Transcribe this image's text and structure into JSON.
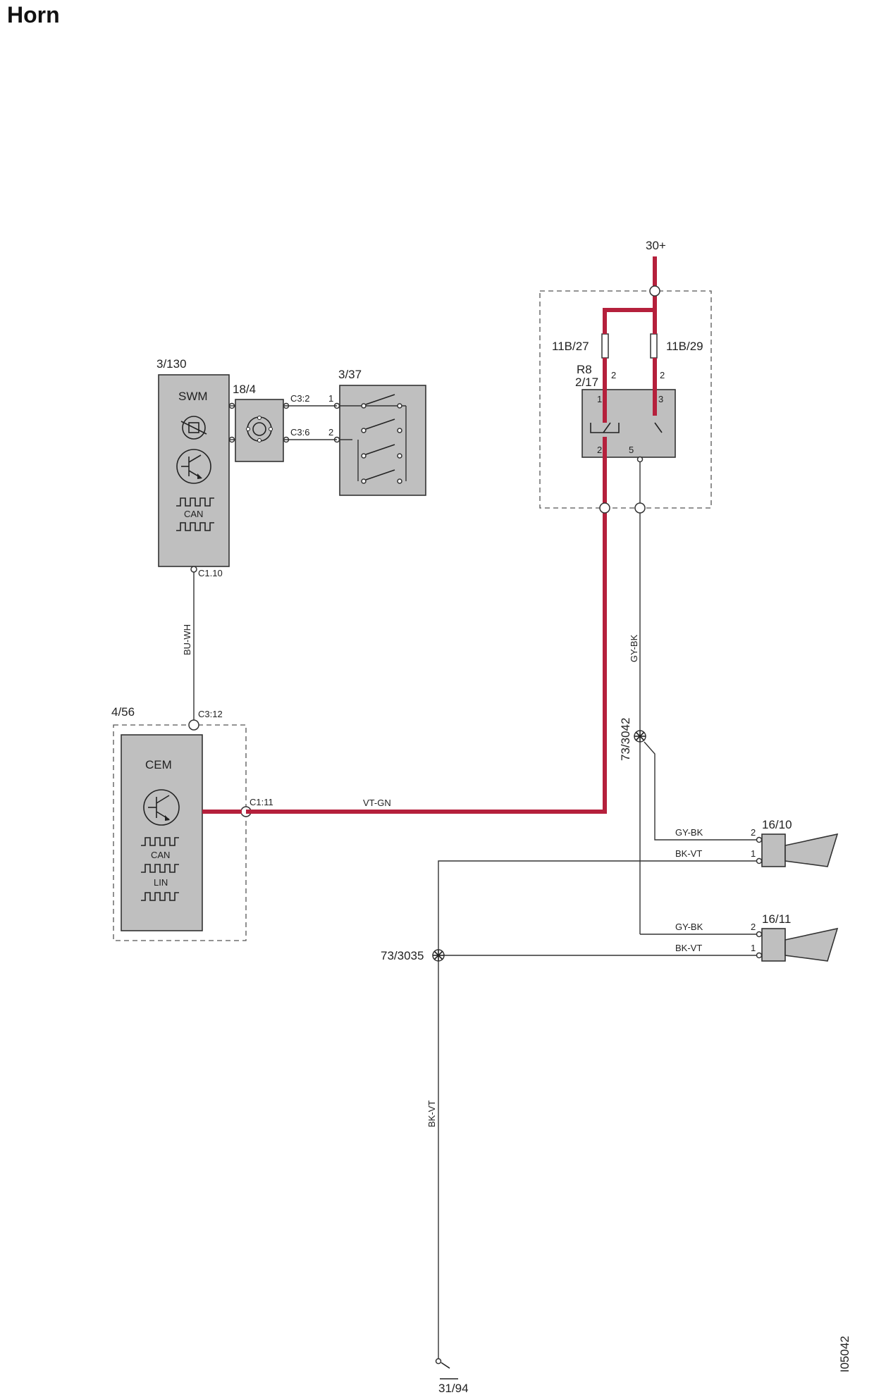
{
  "title": "Horn",
  "figure_id": "I05042",
  "supply": "30+",
  "ground": "31/94",
  "components": {
    "swm": {
      "ref": "3/130",
      "name": "SWM",
      "can": "CAN",
      "pin": "C1.10"
    },
    "clock_spring": {
      "ref": "18/4",
      "pin_a": "C3:2",
      "pin_b": "C3:6"
    },
    "horn_switch": {
      "ref": "3/37",
      "pin_1": "1",
      "pin_2": "2"
    },
    "cem": {
      "ref": "4/56",
      "name": "CEM",
      "can": "CAN",
      "lin": "LIN",
      "pin_top": "C3:12",
      "pin_out": "C1:11"
    },
    "fuse_a": {
      "ref": "11B/27"
    },
    "fuse_b": {
      "ref": "11B/29"
    },
    "relay": {
      "ref": "R8",
      "ref2": "2/17",
      "pin_1": "1",
      "pin_2": "2",
      "pin_3": "3",
      "pin_5": "5",
      "pin_top_a": "2",
      "pin_top_b": "2"
    },
    "horn_1": {
      "ref": "16/10",
      "pin_2": "2",
      "pin_1": "1"
    },
    "horn_2": {
      "ref": "16/11",
      "pin_2": "2",
      "pin_1": "1"
    },
    "splice_1": {
      "ref": "73/3042"
    },
    "splice_2": {
      "ref": "73/3035"
    }
  },
  "wires": {
    "swm_cem": "BU-WH",
    "cem_relay": "VT-GN",
    "relay_out": "GY-BK",
    "horn1_pos": "GY-BK",
    "horn1_gnd": "BK-VT",
    "horn2_pos": "GY-BK",
    "horn2_gnd": "BK-VT",
    "ground_main": "BK-VT"
  },
  "colors": {
    "power_wire": "#b5203c",
    "box_fill": "#bfbfbf"
  }
}
